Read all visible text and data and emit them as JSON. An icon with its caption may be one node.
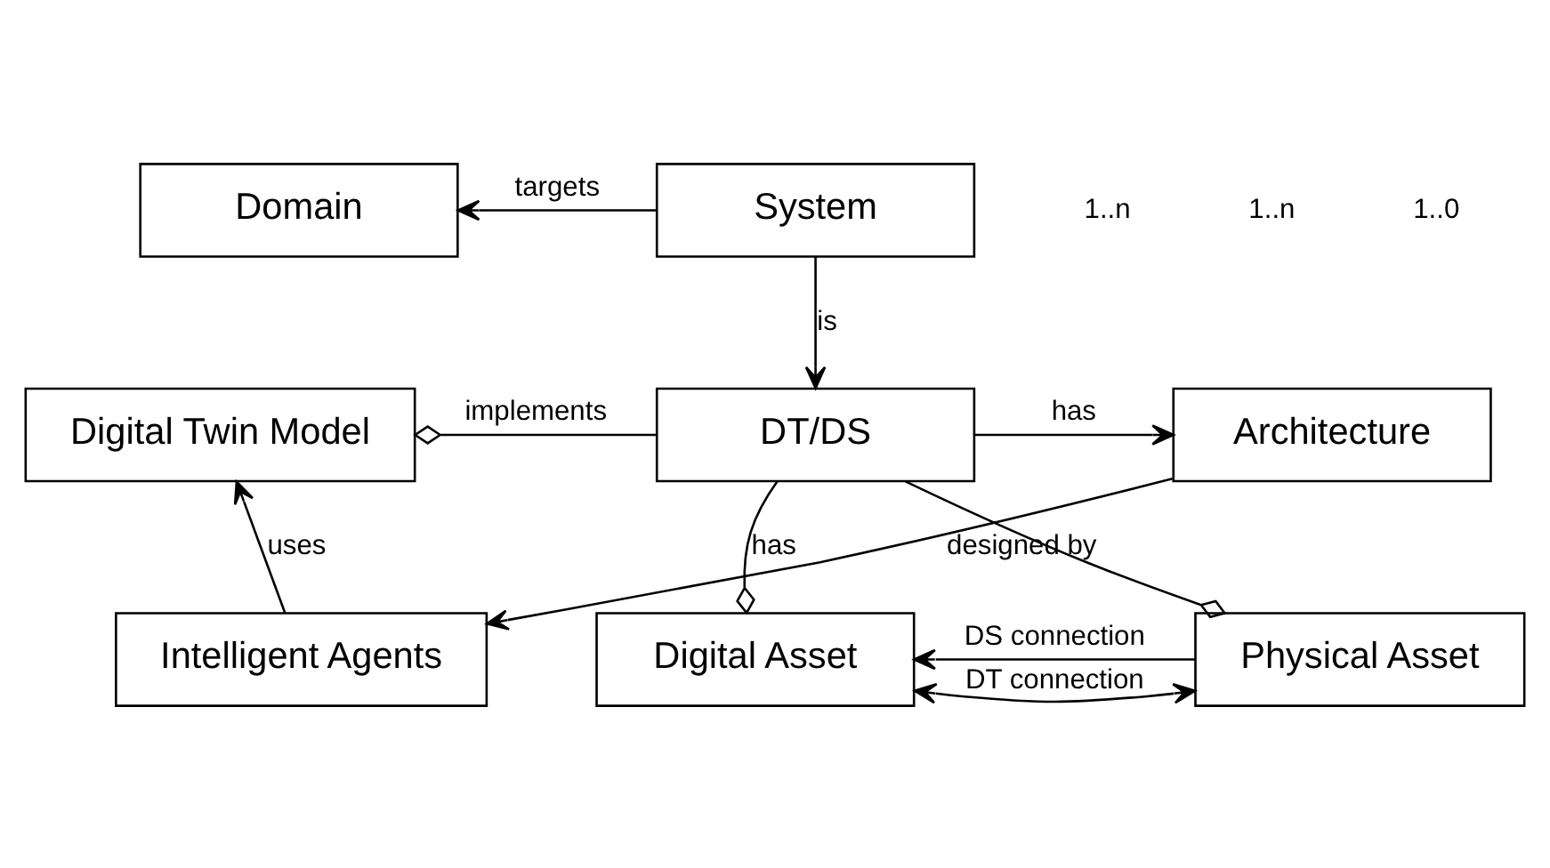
{
  "diagram": {
    "nodes": [
      {
        "text": [
          "Domain"
        ]
      },
      {
        "text": [
          "System"
        ]
      },
      {
        "text": [
          "Digital Twin Model"
        ]
      },
      {
        "text": [
          "DT/DS"
        ]
      },
      {
        "text": [
          "Architecture"
        ]
      },
      {
        "text": [
          "Digital Asset"
        ]
      },
      {
        "text": [
          "Physical Asset"
        ]
      },
      {
        "text": [
          "Intelligent Agents"
        ]
      }
    ],
    "edges": [
      {
        "from": 1,
        "to": 0,
        "arrow": "to",
        "label": "targets"
      },
      {
        "from": 1,
        "to": 3,
        "arrow": "to",
        "label": "is"
      },
      {
        "from": 3,
        "to": 2,
        "arrow": "other",
        "label": "implements"
      },
      {
        "from": 3,
        "to": 4,
        "arrow": "to",
        "label": "has"
      },
      {
        "from": 3,
        "to": 5,
        "arrow": "other",
        "label": "has"
      },
      {
        "from": 3,
        "to": 6,
        "arrow": "other"
      },
      {
        "from": 5,
        "to": 6,
        "arrow": "both",
        "label": "DT connection"
      },
      {
        "from": 6,
        "to": 5,
        "arrow": "to",
        "label": "DS connection"
      },
      {
        "from": 4,
        "to": 7,
        "arrow": "to",
        "label": "designed by"
      },
      {
        "from": 7,
        "to": 2,
        "arrow": "to",
        "label": "uses"
      }
    ],
    "labels": [
      "1..n",
      "1..n",
      "1..0"
    ]
  }
}
